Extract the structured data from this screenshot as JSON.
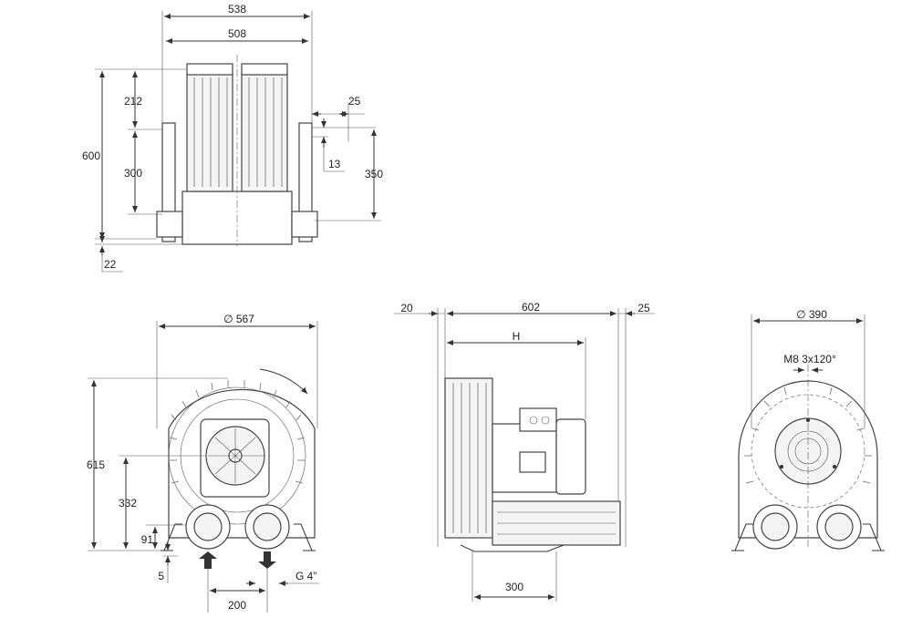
{
  "top_view": {
    "overall_width": "538",
    "inner_width": "508",
    "upper_height": "212",
    "total_height": "600",
    "lower_height": "300",
    "foot_offset": "22",
    "side_offset": "25",
    "side_gap": "13",
    "mount_height": "350"
  },
  "front_view": {
    "diameter": "∅ 567",
    "height": "615",
    "port_height": "332",
    "port_offset": "91",
    "base_offset": "5",
    "port_spacing": "200",
    "thread": "G 4”"
  },
  "side_view": {
    "left_offset": "20",
    "length": "602",
    "right_offset": "25",
    "h_label": "H",
    "foot_span": "300"
  },
  "rear_view": {
    "diameter": "∅ 390",
    "bolt_pattern": "M8 3x120°"
  }
}
